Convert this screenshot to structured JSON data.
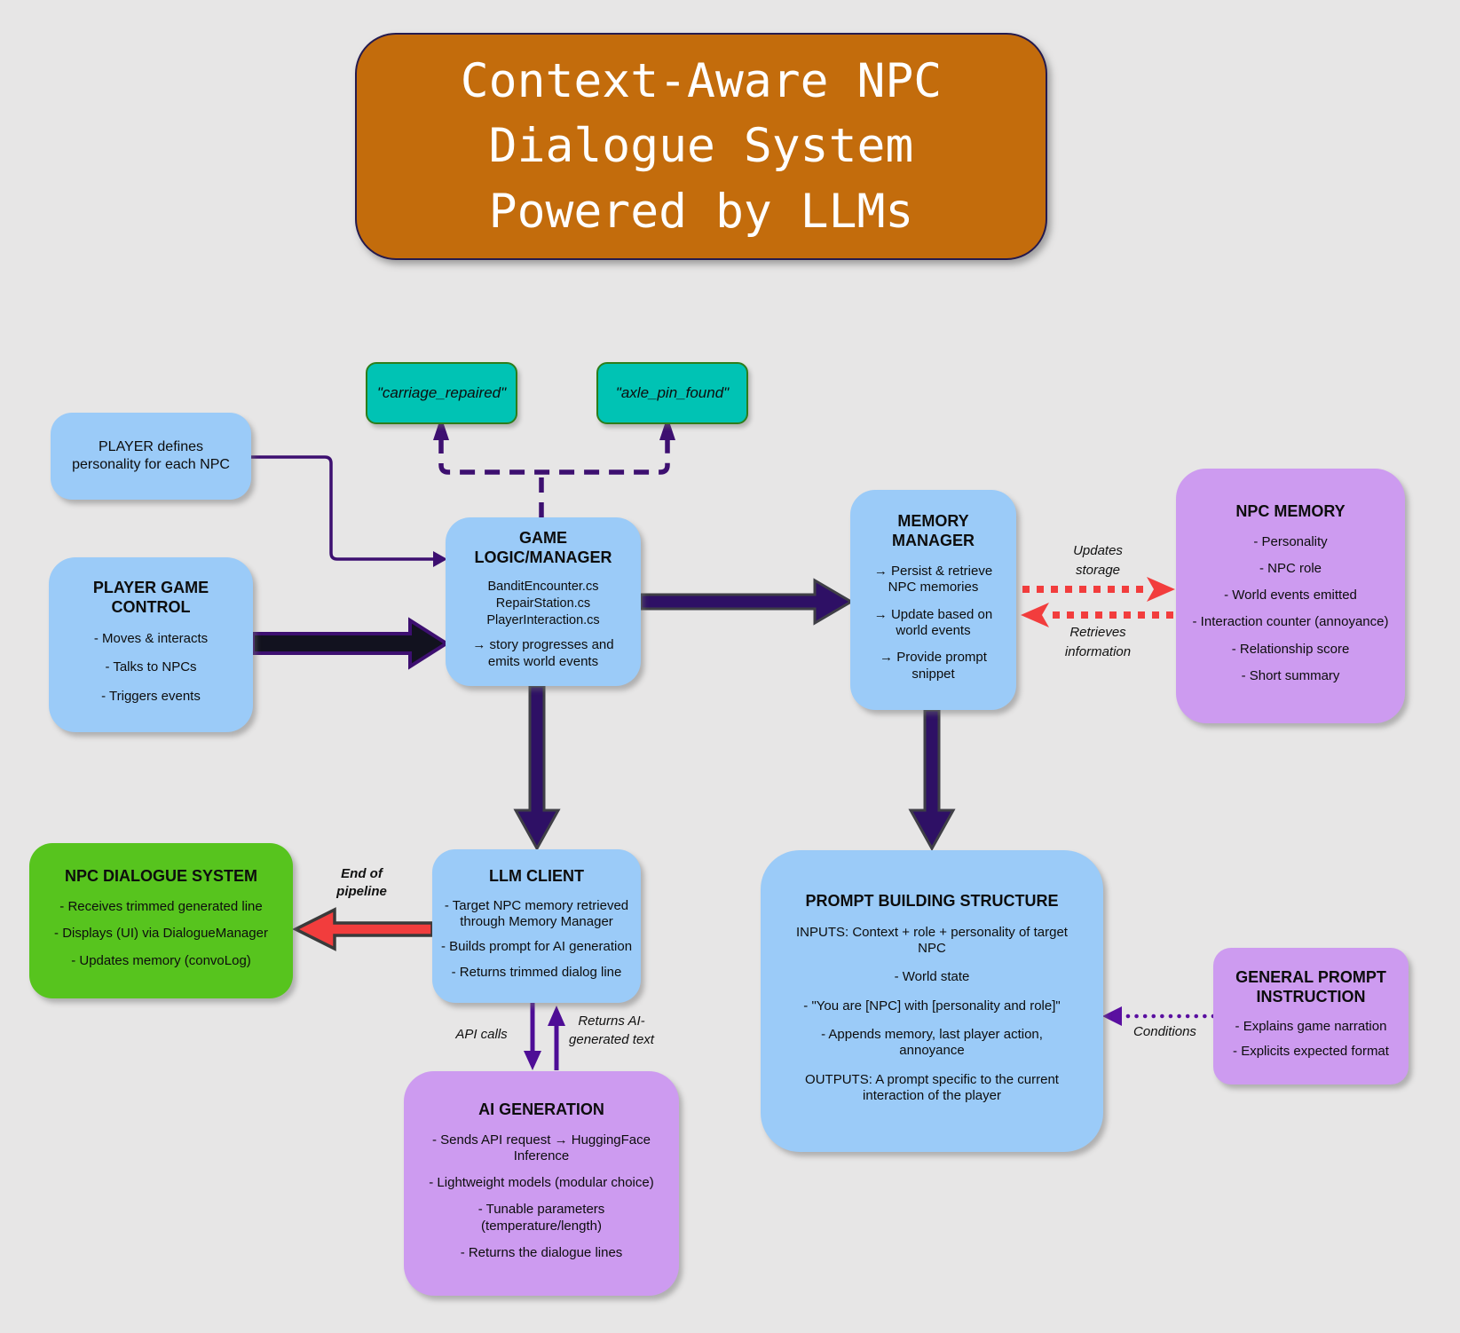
{
  "title": {
    "lines": [
      "Context-Aware NPC",
      "Dialogue System",
      "Powered by LLMs"
    ]
  },
  "events": [
    {
      "label": "\"carriage_repaired\""
    },
    {
      "label": "\"axle_pin_found\""
    }
  ],
  "boxes": {
    "player_personality": {
      "lines": [
        "PLAYER  defines",
        "personality for each NPC"
      ]
    },
    "player_game_control": {
      "title": "PLAYER GAME CONTROL",
      "items": [
        "- Moves & interacts",
        "- Talks to NPCs",
        "- Triggers events"
      ]
    },
    "game_logic": {
      "title": "GAME LOGIC/MANAGER",
      "files": [
        "BanditEncounter.cs",
        "RepairStation.cs",
        "PlayerInteraction.cs"
      ],
      "note": "→ story progresses and emits world events"
    },
    "memory_manager": {
      "title": "MEMORY MANAGER",
      "items": [
        "→ Persist & retrieve NPC memories",
        "→ Update based on world events",
        "→ Provide prompt snippet"
      ]
    },
    "npc_memory": {
      "title": "NPC MEMORY",
      "items": [
        "- Personality",
        "- NPC role",
        "- World events emitted",
        "- Interaction counter (annoyance)",
        "- Relationship score",
        "- Short summary"
      ]
    },
    "npc_dialogue_system": {
      "title": "NPC DIALOGUE SYSTEM",
      "items": [
        "- Receives trimmed generated line",
        "- Displays (UI) via DialogueManager",
        "- Updates memory (convoLog)"
      ]
    },
    "llm_client": {
      "title": "LLM CLIENT",
      "items": [
        "- Target NPC memory retrieved through Memory Manager",
        "- Builds prompt for AI generation",
        "- Returns trimmed dialog line"
      ]
    },
    "ai_generation": {
      "title": "AI GENERATION",
      "items": [
        "- Sends API request → HuggingFace Inference",
        "- Lightweight models (modular choice)",
        "- Tunable parameters (temperature/length)",
        "- Returns the dialogue lines"
      ]
    },
    "prompt_building": {
      "title": "PROMPT BUILDING STRUCTURE",
      "items": [
        "INPUTS: Context + role + personality of target NPC",
        "- World state",
        "- \"You are [NPC] with [personality and role]\"",
        "- Appends memory, last player action, annoyance",
        "OUTPUTS: A prompt specific to the current interaction of the player"
      ]
    },
    "general_prompt": {
      "title": "GENERAL PROMPT INSTRUCTION",
      "items": [
        "- Explains game narration",
        "- Explicits expected format"
      ]
    }
  },
  "arrow_labels": {
    "updates_storage": "Updates storage",
    "retrieves_information": "Retrieves information",
    "end_of_pipeline": "End of pipeline",
    "api_calls": "API calls",
    "returns_ai_text": "Returns AI-generated text",
    "conditions": "Conditions"
  },
  "colors": {
    "background": "#e7e6e6",
    "title_bg": "#c36c0c",
    "blue_box": "#9bcbf8",
    "purple_box": "#cd9bf0",
    "green_box": "#57c41e",
    "teal_box": "#00c3b4",
    "teal_border": "#2e7d1a",
    "arrow_dark_purple": "#2e1065",
    "arrow_outline_purple": "#3d0f70",
    "arrow_violet": "#4e0d96",
    "arrow_red": "#f23d3d"
  }
}
